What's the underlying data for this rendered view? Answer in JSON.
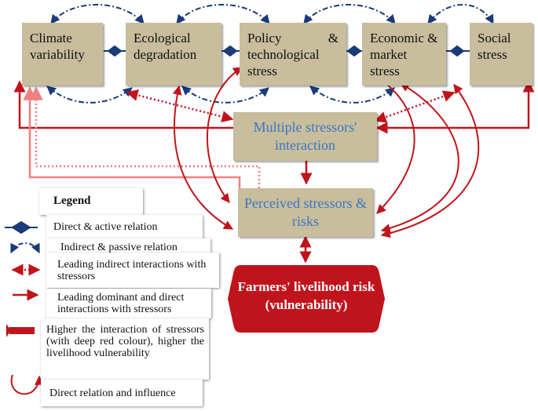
{
  "stressors": {
    "climate": "Climate variability",
    "ecological": "Ecological degradation",
    "policy": "Policy & technological stress",
    "economic": "Economic & market stress",
    "social": "Social stress"
  },
  "interaction_box": "Multiple stressors' interaction",
  "perceived_box": "Perceived stressors & risks",
  "risk_box": "Farmers' livelihood risk (vulnerability)",
  "legend": {
    "title": "Legend",
    "items": [
      "Direct & active relation",
      "Indirect & passive relation",
      "Leading indirect interactions with stressors",
      "Leading dominant and direct interactions with stressors",
      "Higher the interaction of stressors (with deep red colour), higher the livelihood vulnerability",
      "Direct relation and influence"
    ]
  },
  "colors": {
    "box_fill": "#c8bd9c",
    "deep_red": "#c0141c",
    "pink": "#f08080",
    "navy": "#1a3a7a",
    "blue_text": "#3a78c4"
  }
}
